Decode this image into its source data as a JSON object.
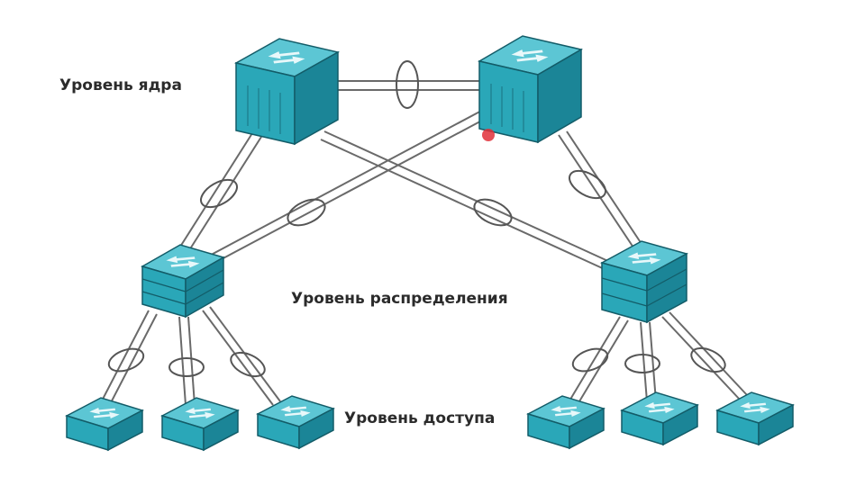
{
  "labels": {
    "core": "Уровень ядра",
    "distribution": "Уровень распределения",
    "access": "Уровень доступа"
  },
  "colors": {
    "switch_face": "#2aa7b8",
    "switch_side": "#1b8597",
    "switch_top": "#5cc6d4",
    "switch_outline": "#135c68",
    "arrow": "#e8f8fa",
    "link": "#6a6a6a",
    "bundle": "#555555",
    "marker": "#e0303a"
  },
  "icons": {
    "switch": "network-switch-icon",
    "bundle": "link-bundle-icon",
    "marker": "red-dot-icon"
  }
}
